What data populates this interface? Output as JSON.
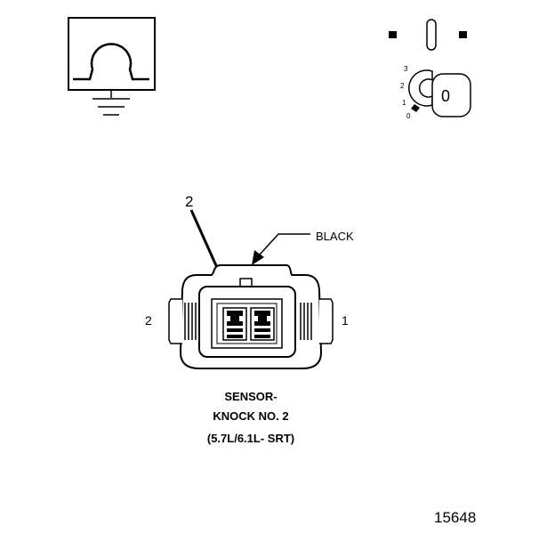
{
  "ohmmeter": {
    "symbol": "Ω"
  },
  "key_switch": {
    "positions": [
      "3",
      "2",
      "1",
      "0"
    ],
    "key_label": "0"
  },
  "connector": {
    "pointer_label": "2",
    "color_label": "BLACK",
    "pin_left": "2",
    "pin_right": "1"
  },
  "caption": {
    "line1": "SENSOR-",
    "line2": "KNOCK NO. 2",
    "line3": "(5.7L/6.1L- SRT)"
  },
  "figure_number": "15648"
}
